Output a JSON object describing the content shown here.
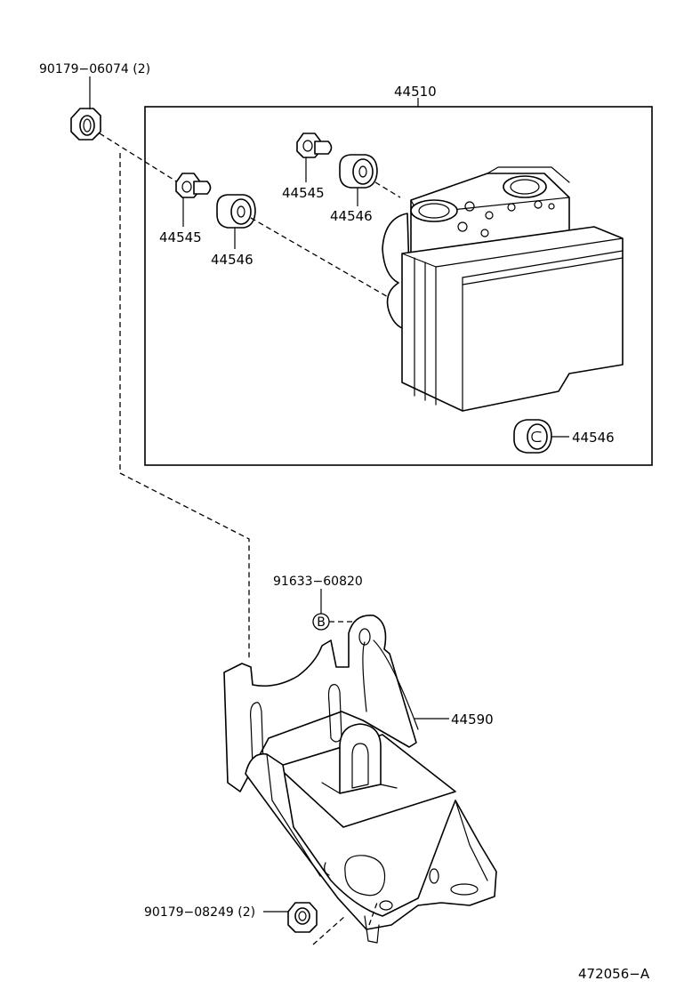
{
  "diagram": {
    "labels": {
      "bolt_top": "90179−06074 (2)",
      "actuator_assy": "44510",
      "bush_bolt_left": "44545",
      "bush_left": "44546",
      "bush_bolt_center": "44545",
      "bush_center": "44546",
      "bush_right": "44546",
      "bolt_bracket": "91633−60820",
      "bolt_bracket_marker": "B",
      "bracket": "44590",
      "nut_bottom": "90179−08249 (2)",
      "illustration_code": "472056−A"
    }
  }
}
